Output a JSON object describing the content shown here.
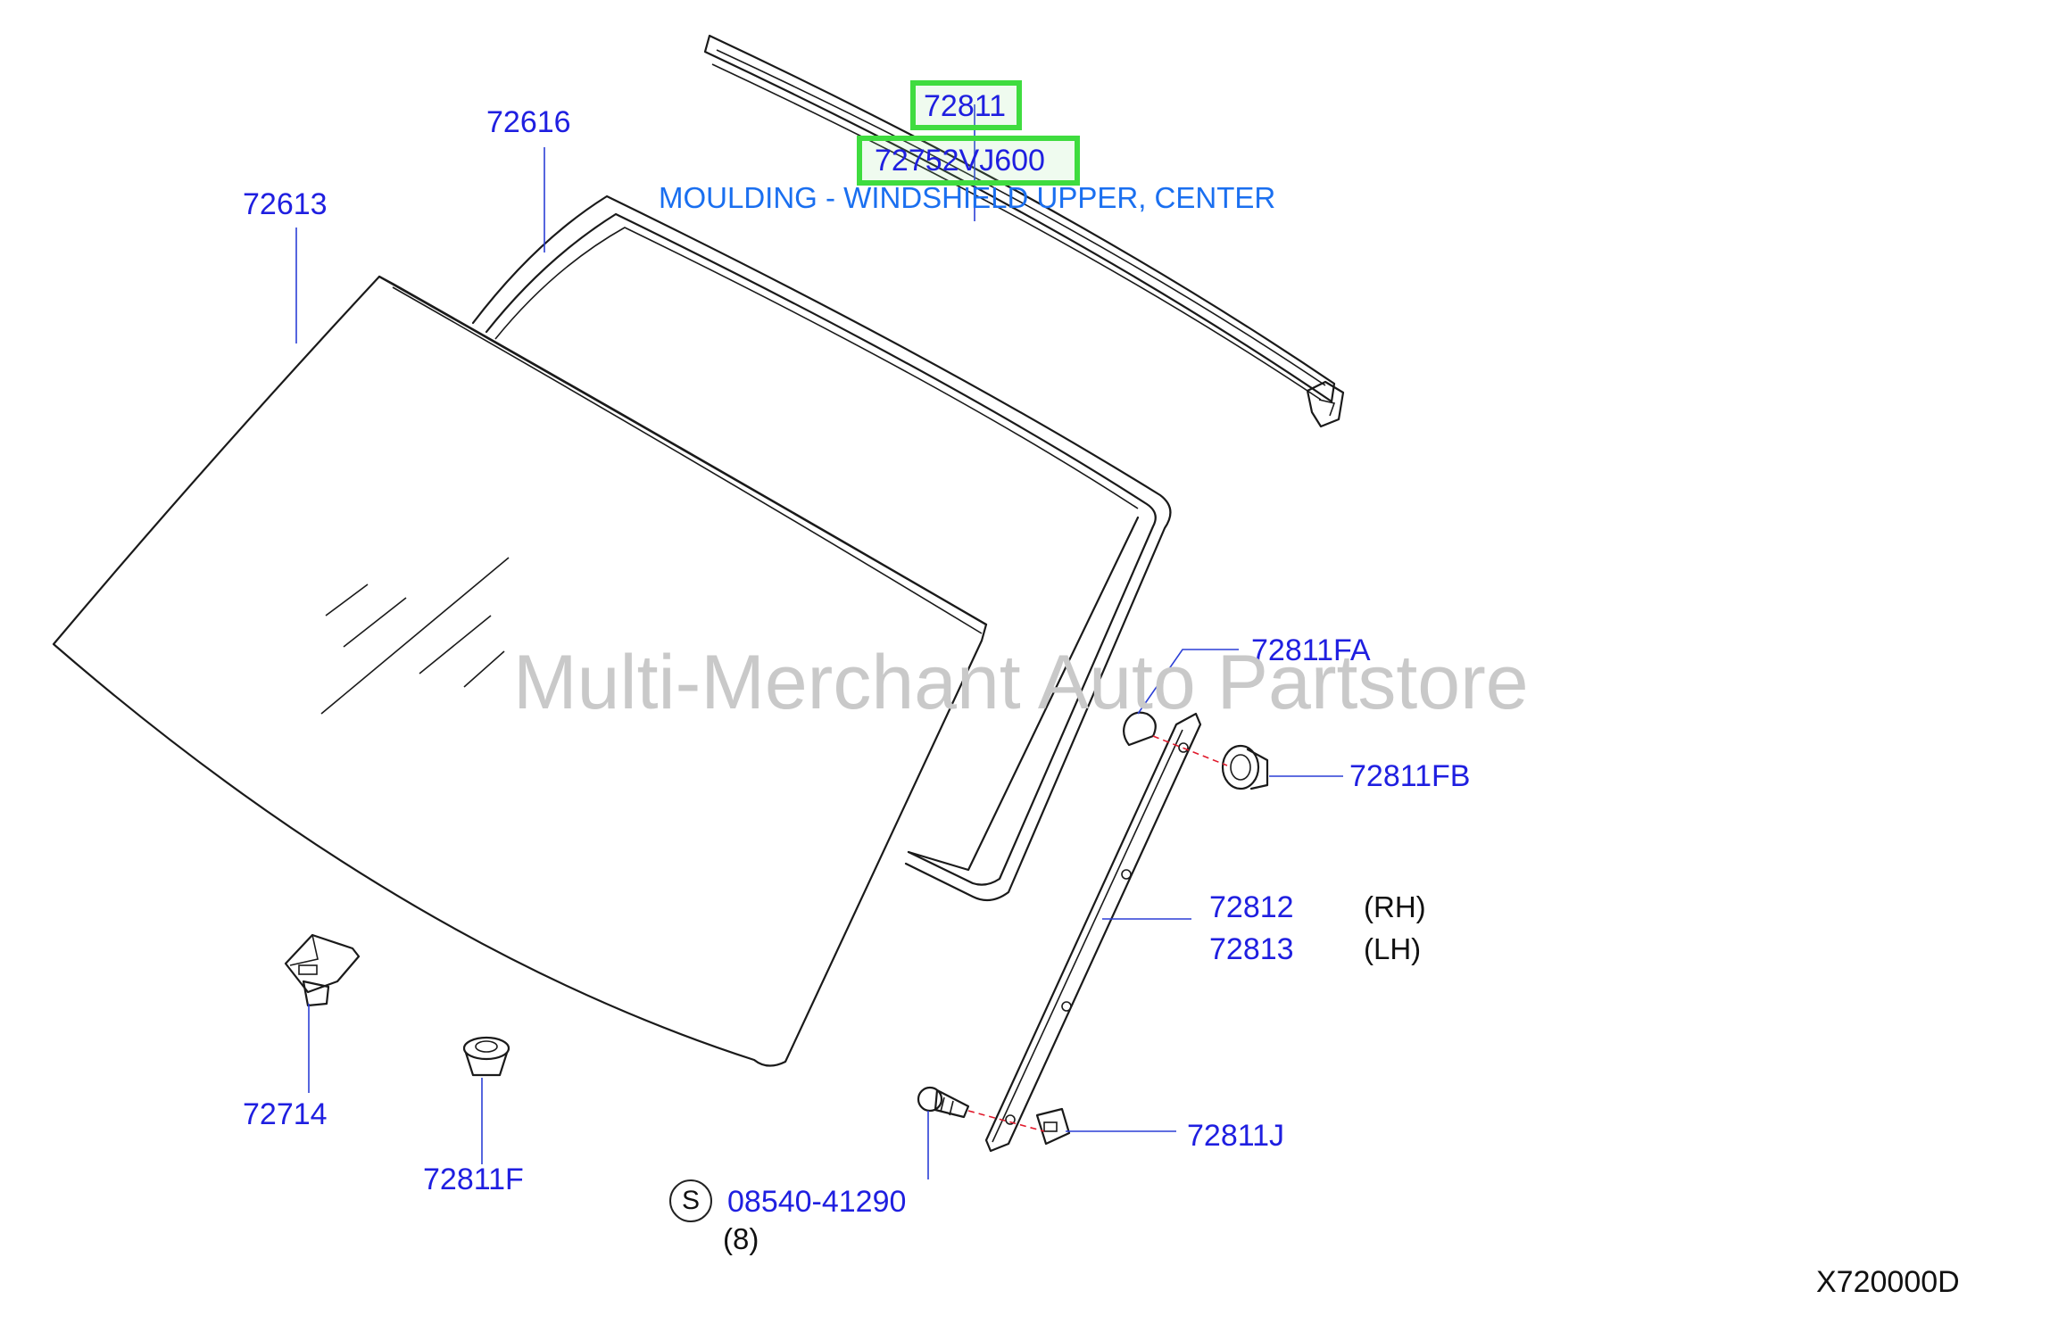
{
  "diagram": {
    "code": "X720000D",
    "watermark": "Multi-Merchant Auto Partstore",
    "highlighted_part": {
      "number": "72811",
      "part_no": "72752VJ600",
      "description": "MOULDING - WINDSHIELD UPPER, CENTER"
    },
    "labels": {
      "p72616": "72616",
      "p72613": "72613",
      "p72811FA": "72811FA",
      "p72811FB": "72811FB",
      "p72812": "72812",
      "p72813": "72813",
      "rh": "(RH)",
      "lh": "(LH)",
      "p72714": "72714",
      "p72811F": "72811F",
      "p72811J": "72811J",
      "screw_symbol": "S",
      "screw_part": "08540-41290",
      "screw_qty": "(8)"
    },
    "colors": {
      "label": "#1f1fe0",
      "description": "#1a6ff0",
      "highlight": "#3fdc3f",
      "guide_dash": "#e0192b"
    }
  }
}
